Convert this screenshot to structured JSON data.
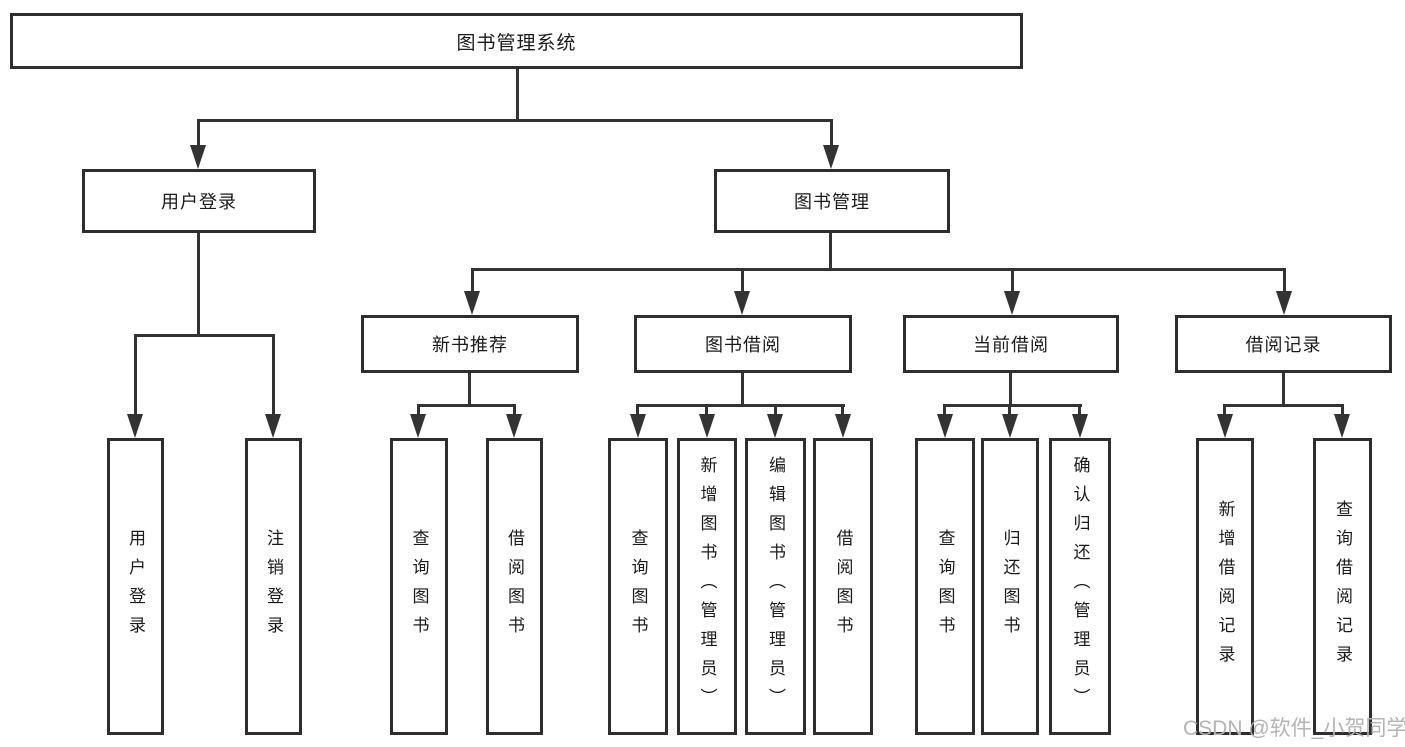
{
  "title": "图书管理系统",
  "tree": {
    "root": {
      "label": "图书管理系统"
    },
    "branches": [
      {
        "label": "用户登录",
        "children": [
          {
            "label": "用户登录"
          },
          {
            "label": "注销登录"
          }
        ]
      },
      {
        "label": "图书管理",
        "children": [
          {
            "label": "新书推荐",
            "children": [
              {
                "label": "查询图书"
              },
              {
                "label": "借阅图书"
              }
            ]
          },
          {
            "label": "图书借阅",
            "children": [
              {
                "label": "查询图书"
              },
              {
                "label": "新增图书（管理员）"
              },
              {
                "label": "编辑图书（管理员）"
              },
              {
                "label": "借阅图书"
              }
            ]
          },
          {
            "label": "当前借阅",
            "children": [
              {
                "label": "查询图书"
              },
              {
                "label": "归还图书"
              },
              {
                "label": "确认归还（管理员）"
              }
            ]
          },
          {
            "label": "借阅记录",
            "children": [
              {
                "label": "新增借阅记录"
              },
              {
                "label": "查询借阅记录"
              }
            ]
          }
        ]
      }
    ]
  },
  "watermark": "CSDN @软件_小贺同学",
  "colors": {
    "line": "#333333",
    "box_border": "#2e2e2e",
    "text": "#1a1a1a",
    "watermark": "#b4b4b4",
    "background": "#ffffff"
  }
}
